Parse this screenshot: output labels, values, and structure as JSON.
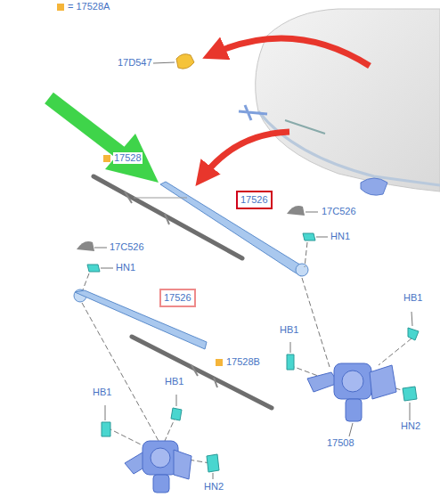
{
  "diagram": {
    "nodes": [
      {
        "text": [
          "17526"
        ]
      },
      {
        "text": [
          "17526"
        ]
      }
    ],
    "labels": [
      "17D547",
      "17528",
      "17C526",
      "HN1",
      "17C526",
      "HN1",
      "HB1",
      "HB1",
      "17528B",
      "HB1",
      "HB1",
      "HN2",
      "17508",
      "HN2"
    ],
    "legend": [
      {
        "text": "= 17528A",
        "color": "#f5b53a"
      }
    ]
  }
}
